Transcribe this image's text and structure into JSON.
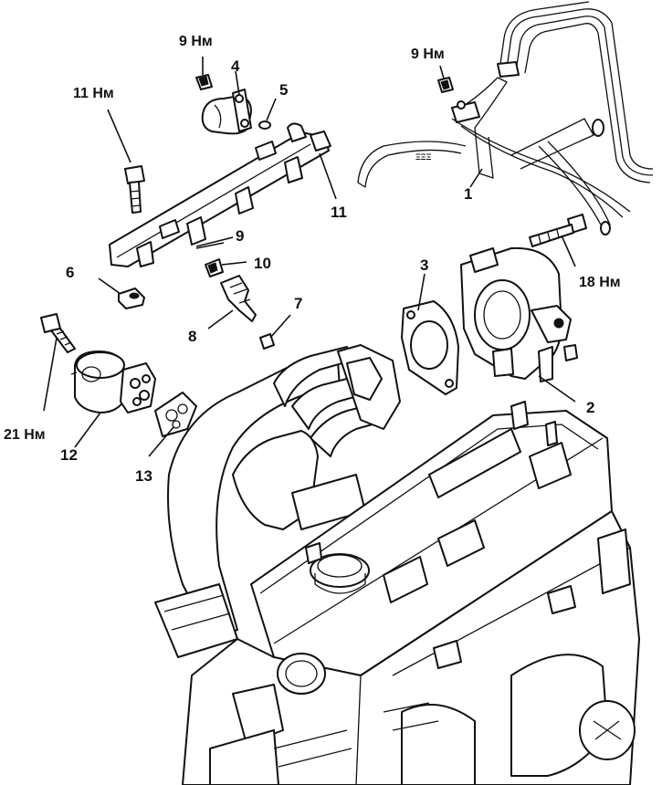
{
  "diagram": {
    "callouts": [
      {
        "id": "1",
        "text": "1"
      },
      {
        "id": "2",
        "text": "2"
      },
      {
        "id": "3",
        "text": "3"
      },
      {
        "id": "4",
        "text": "4"
      },
      {
        "id": "5",
        "text": "5"
      },
      {
        "id": "6",
        "text": "6"
      },
      {
        "id": "7",
        "text": "7"
      },
      {
        "id": "8",
        "text": "8"
      },
      {
        "id": "9",
        "text": "9"
      },
      {
        "id": "10",
        "text": "10"
      },
      {
        "id": "11",
        "text": "11"
      },
      {
        "id": "12",
        "text": "12"
      },
      {
        "id": "13",
        "text": "13"
      }
    ],
    "torques": {
      "pressure_regulator_bolt": "9 Нм",
      "vacuum_pipe_bolt": "9 Нм",
      "fuel_rail_bolt": "11 Нм",
      "throttle_body_bolt": "18 Нм",
      "egr_valve_bolt": "21 Нм"
    }
  }
}
